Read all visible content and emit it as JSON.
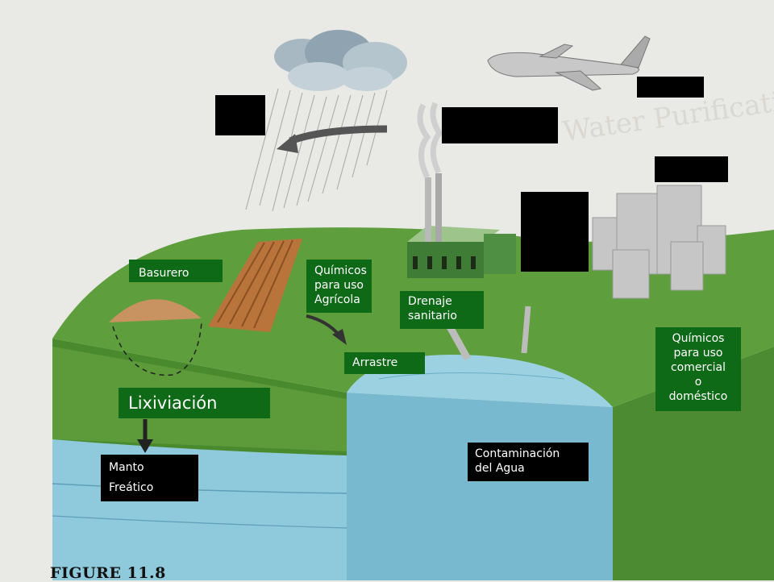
{
  "labels": {
    "landfill": "Basurero",
    "agri_chem_1": "Químicos",
    "agri_chem_2": "para uso",
    "agri_chem_3": "Agrícola",
    "sewage_1": "Drenaje",
    "sewage_2": "sanitario",
    "runoff": "Arrastre",
    "leaching": "Lixiviación",
    "water_table_1": "Manto",
    "water_table_2": "Freático",
    "water_pollution_1": "Contaminación",
    "water_pollution_2": "del Agua",
    "commercial_1": "Químicos",
    "commercial_2": "para uso",
    "commercial_3": "comercial",
    "commercial_4": "o",
    "commercial_5": "doméstico"
  },
  "caption": "FIGURE 11.8",
  "colors": {
    "label_green": "#0f6a17",
    "label_black": "#000000",
    "water": "#8ec9dc",
    "land": "#5f9e3c"
  }
}
